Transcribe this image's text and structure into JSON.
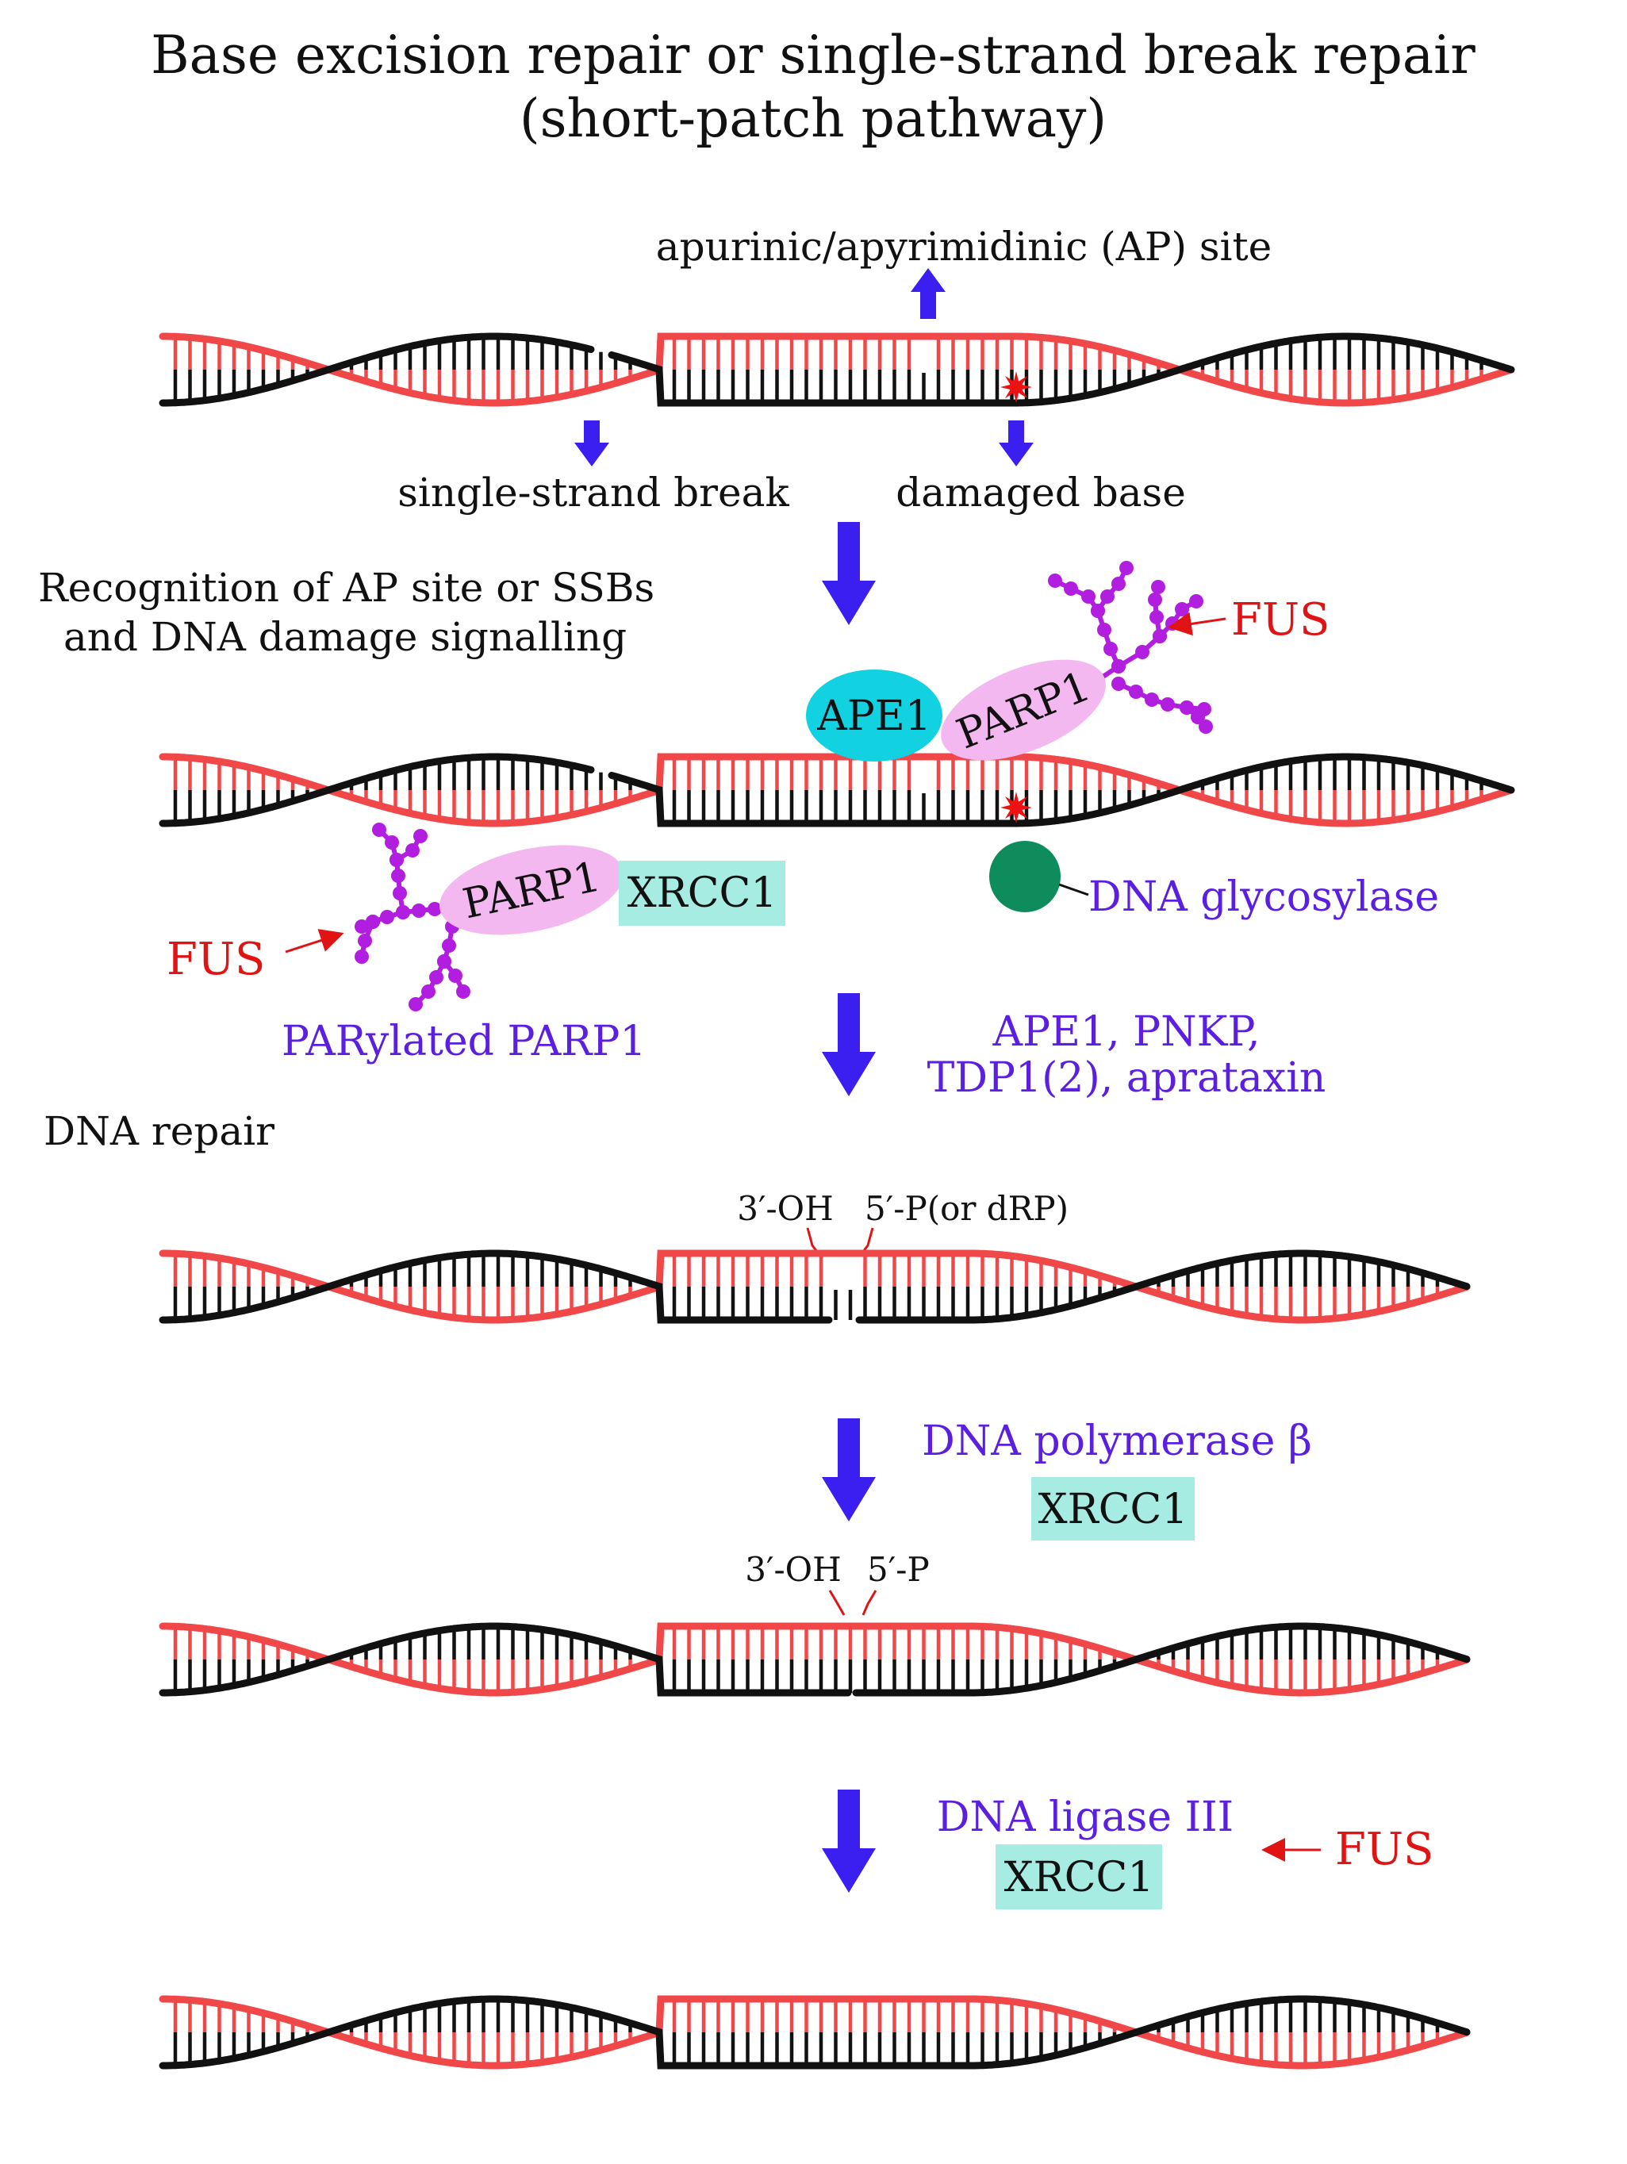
{
  "title": {
    "line1": "Base excision repair or single-strand break repair",
    "line2": "(short-patch pathway)"
  },
  "colors": {
    "strand_red": "#f04848",
    "strand_black": "#111111",
    "arrow_blue": "#3a1ff0",
    "enzyme_purple": "#5a1fe0",
    "fus_red": "#e01414",
    "ape1_cyan": "#12d2e2",
    "parp1_pink": "#f4b8f0",
    "par_chain_purple": "#b21ee0",
    "xrcc1_box": "#a6ece2",
    "glycosylase_green": "#0e8c5c",
    "damage_star_red": "#ee1111"
  },
  "step1": {
    "ap_site_label": "apurinic/apyrimidinic (AP) site",
    "ssb_label": "single-strand  break",
    "damaged_base_label": "damaged base"
  },
  "step2": {
    "heading_line1": "Recognition of AP site or SSBs",
    "heading_line2": "and DNA damage signalling",
    "ape1": "APE1",
    "parp1_top": "PARP1",
    "parp1_bottom": "PARP1",
    "xrcc1": "XRCC1",
    "fus_top": "FUS",
    "fus_bottom": "FUS",
    "glycosylase": "DNA glycosylase",
    "parylated": "PARylated PARP1",
    "enzymes_line1": "APE1, PNKP,",
    "enzymes_line2": "TDP1(2), aprataxin"
  },
  "step3": {
    "heading": "DNA repair",
    "oh_label": "3′-OH",
    "p_label": "5′-P(or dRP)"
  },
  "step4": {
    "enzyme": "DNA polymerase β",
    "xrcc1": "XRCC1",
    "oh_label": "3′-OH",
    "p_label": "5′-P"
  },
  "step5": {
    "enzyme": "DNA ligase III",
    "xrcc1": "XRCC1",
    "fus": "FUS"
  }
}
